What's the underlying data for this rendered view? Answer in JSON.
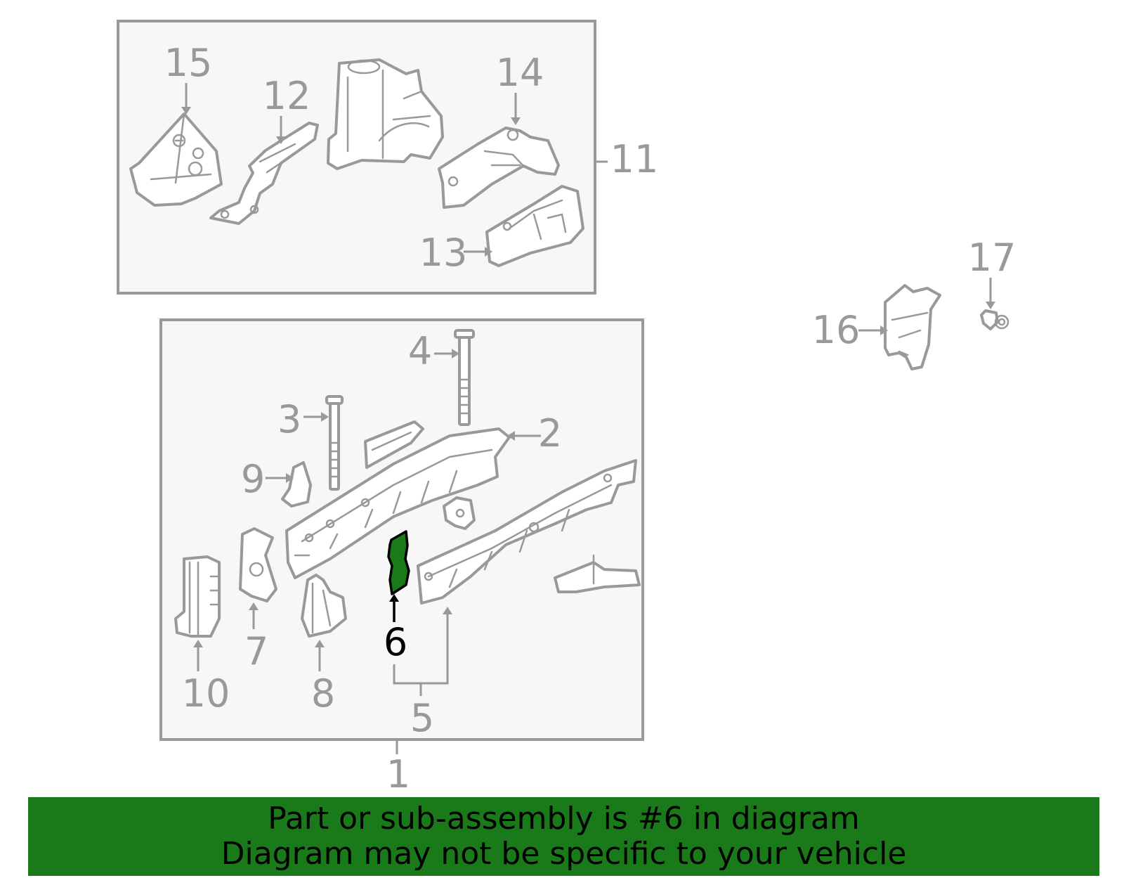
{
  "diagram": {
    "callouts": {
      "n1": "1",
      "n2": "2",
      "n3": "3",
      "n4": "4",
      "n5": "5",
      "n6": "6",
      "n7": "7",
      "n8": "8",
      "n9": "9",
      "n10": "10",
      "n11": "11",
      "n12": "12",
      "n13": "13",
      "n14": "14",
      "n15": "15",
      "n16": "16",
      "n17": "17"
    },
    "highlighted_part": "6"
  },
  "banner": {
    "line1": "Part or sub-assembly is #6 in diagram",
    "line2": "Diagram may not be specific to your vehicle"
  },
  "colors": {
    "highlight": "#1a7a1a",
    "line": "#999999",
    "box_fill": "#f7f7f7"
  }
}
